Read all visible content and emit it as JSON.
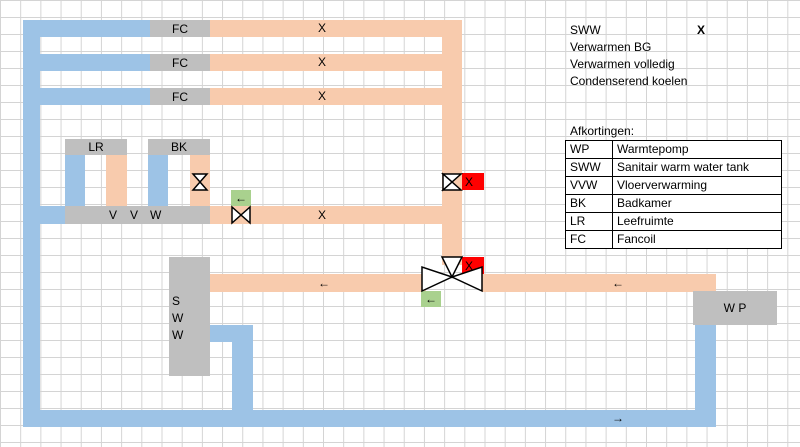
{
  "fancoils": [
    {
      "label": "FC",
      "mark": "X"
    },
    {
      "label": "FC",
      "mark": "X"
    },
    {
      "label": "FC",
      "mark": "X"
    }
  ],
  "rooms": {
    "lr": "LR",
    "bk": "BK"
  },
  "manifold": {
    "labels": [
      "V",
      "V",
      "W"
    ],
    "mark": "X"
  },
  "valves": {
    "upper_mark": "X",
    "main_mark": "X",
    "arrow_left": "←"
  },
  "sww_tank": {
    "letters": [
      "S",
      "W",
      "W"
    ]
  },
  "heatpump": {
    "label": "W P"
  },
  "flow": {
    "return_arrow_1": "←",
    "return_arrow_2": "←",
    "supply_arrow": "→"
  },
  "modes": {
    "items": [
      "SWW",
      "Verwarmen BG",
      "Verwarmen volledig",
      "Condenserend koelen"
    ],
    "active_mark": "X"
  },
  "legend": {
    "title": "Afkortingen:",
    "rows": [
      {
        "abbr": "WP",
        "full": "Warmtepomp"
      },
      {
        "abbr": "SWW",
        "full": "Sanitair warm water tank"
      },
      {
        "abbr": "VVW",
        "full": "Vloerverwarming"
      },
      {
        "abbr": "BK",
        "full": "Badkamer"
      },
      {
        "abbr": "LR",
        "full": "Leefruimte"
      },
      {
        "abbr": "FC",
        "full": "Fancoil"
      }
    ]
  },
  "colors": {
    "supply_pipe": "#f8cbad",
    "return_pipe": "#9dc3e6",
    "unit": "#bfbfbf",
    "closed_marker": "#ff0000",
    "flow_marker": "#a9d18e"
  }
}
